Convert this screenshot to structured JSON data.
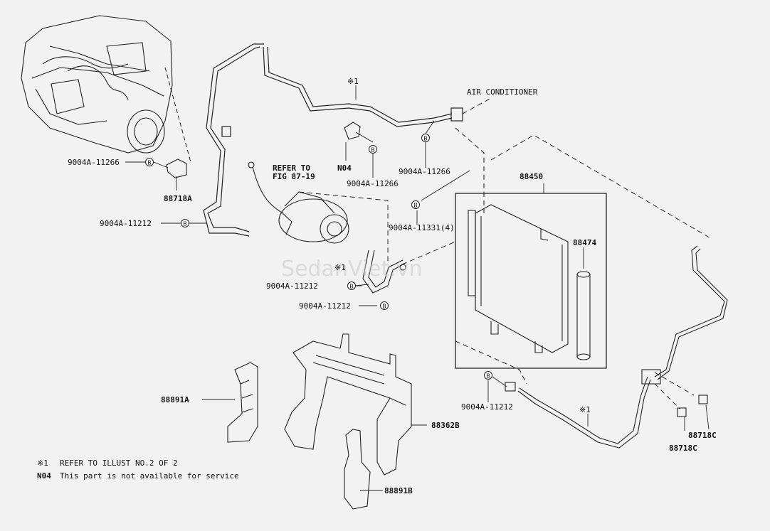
{
  "labels": {
    "ac_title": "AIR CONDITIONER",
    "refer_line1": "REFER TO",
    "refer_line2": "FIG 87-19",
    "p_9004a_11266_a": "9004A-11266",
    "p_9004a_11266_b": "9004A-11266",
    "p_9004a_11266_c": "9004A-11266",
    "p_88718a": "88718A",
    "p_9004a_11212_a": "9004A-11212",
    "p_9004a_11212_b": "9004A-11212",
    "p_9004a_11212_c": "9004A-11212",
    "p_9004a_11212_d": "9004A-11212",
    "p_n04": "N04",
    "p_9004a_11331": "9004A-11331(4)",
    "p_88450": "88450",
    "p_88474": "88474",
    "p_88891a": "88891A",
    "p_88362b": "88362B",
    "p_88891b": "88891B",
    "p_88718c_a": "88718C",
    "p_88718c_b": "88718C",
    "ref1_top": "※1",
    "ref1_mid": "※1",
    "ref1_bottom": "※1",
    "bolt_letter": "B"
  },
  "notes": {
    "note1_mark": "※1",
    "note1_text": "REFER TO ILLUST NO.2 OF 2",
    "note2_mark": "N04",
    "note2_text": "This part is not available for service"
  },
  "watermark": "SedanViet.vn"
}
